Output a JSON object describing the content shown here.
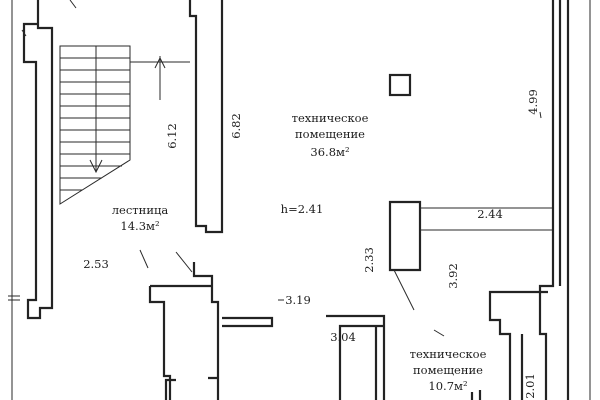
{
  "rooms": [
    {
      "name": "техническое",
      "name2": "помещение",
      "area": "36.8м²"
    },
    {
      "name": "лестница",
      "area": "14.3м²"
    },
    {
      "name": "техническое",
      "name2": "помещение",
      "area": "10.7м²"
    }
  ],
  "height": "h=2.41",
  "dimensions": {
    "d612": "6.12",
    "d682": "6.82",
    "d499": "4.99",
    "d244": "2.44",
    "d233": "2.33",
    "d392": "3.92",
    "d253": "2.53",
    "d319": "3.19",
    "d304": "3.04",
    "d201": "2.01"
  }
}
